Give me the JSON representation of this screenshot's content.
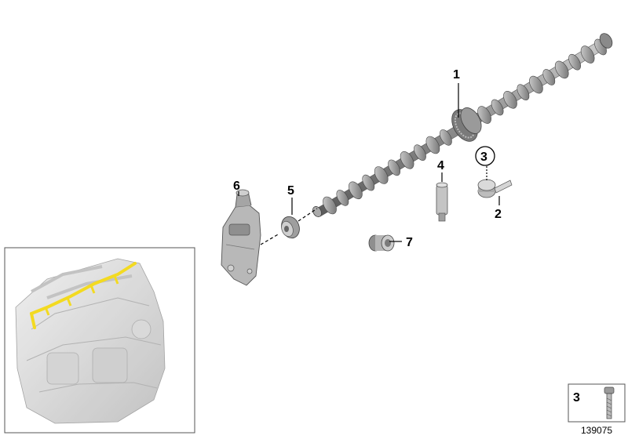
{
  "callouts": {
    "c1": "1",
    "c2": "2",
    "c3": "3",
    "c4": "4",
    "c5": "5",
    "c6": "6",
    "c7": "7"
  },
  "inset_legend": {
    "number": "3"
  },
  "drawing_number": "139075",
  "colors": {
    "part_grey": "#9a9a9a",
    "part_dark": "#5e5e5e",
    "highlight": "#f2d60a",
    "engine_ghost": "#d8d8d8"
  }
}
